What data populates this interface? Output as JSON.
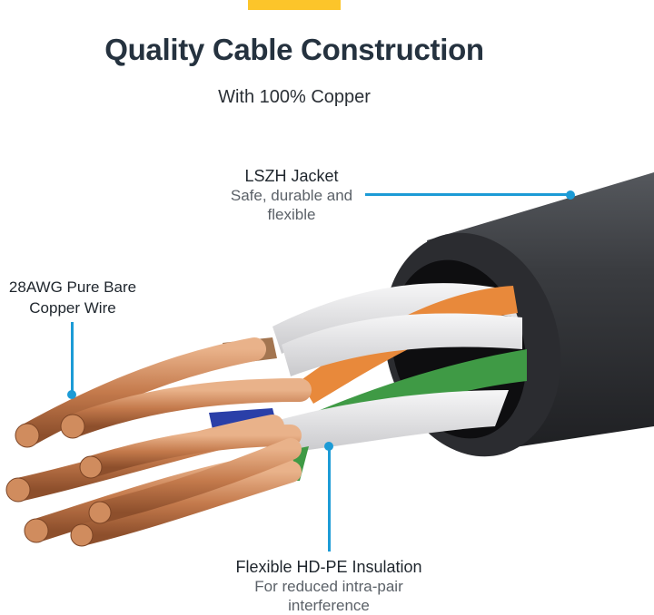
{
  "header": {
    "accent_color": "#fcc52a",
    "title": "Quality Cable Construction",
    "subtitle": "With 100% Copper"
  },
  "callouts": [
    {
      "id": "jacket",
      "head": "LSZH Jacket",
      "desc_lines": [
        "Safe, durable and",
        "flexible"
      ]
    },
    {
      "id": "copper",
      "head_lines": [
        "28AWG Pure Bare",
        "Copper Wire"
      ]
    },
    {
      "id": "insulation",
      "head": "Flexible HD-PE Insulation",
      "desc_lines": [
        "For reduced intra-pair",
        "interference"
      ]
    }
  ],
  "colors": {
    "leader": "#1c9bd6",
    "jacket": "#2d2f33",
    "copper": "#c9825a",
    "orange_wire": "#e8893b",
    "green_wire": "#3f9a45",
    "blue_wire": "#2a3fa8",
    "brown_wire": "#a37550",
    "white_wire": "#e4e4e6"
  }
}
